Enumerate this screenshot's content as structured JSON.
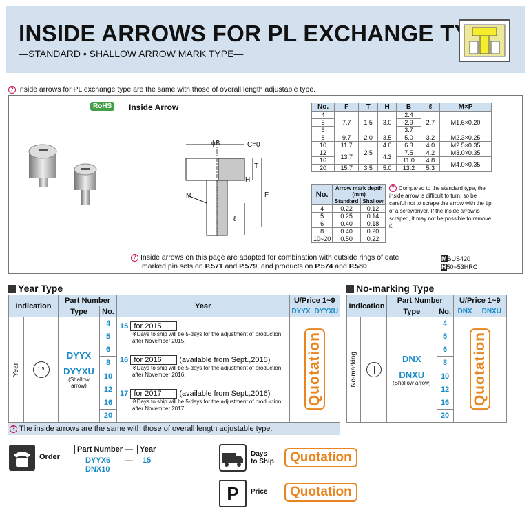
{
  "title": "INSIDE ARROWS FOR PL EXCHANGE TYPE",
  "subtitle": "—STANDARD • SHALLOW ARROW MARK TYPE—",
  "intro_note": "Inside arrows for PL exchange type are the same with those of overall length adjustable type.",
  "rohs": "RoHS",
  "inside_arrow_label": "Inside Arrow",
  "drawing_labels": {
    "phiB": "ϕB",
    "c0": "C=0",
    "T": "T",
    "H": "H",
    "F": "F",
    "M": "M",
    "l": "ℓ"
  },
  "spec_table": {
    "headers": [
      "No.",
      "F",
      "T",
      "H",
      "B",
      "ℓ",
      "M×P"
    ],
    "rows": [
      {
        "no": "4",
        "b": "2.4"
      },
      {
        "no": "5",
        "b": "2.9"
      },
      {
        "no": "6",
        "b": "3.7"
      },
      {
        "no": "8",
        "f": "9.7",
        "t": "2.0",
        "h": "3.5",
        "b": "5.0",
        "l": "3.2",
        "mp": "M2.3×0.25"
      },
      {
        "no": "10",
        "f": "11.7",
        "h": "4.0",
        "b": "6.3",
        "l": "4.0",
        "mp": "M2.5×0.35"
      },
      {
        "no": "12",
        "h": "4.3",
        "b": "7.5",
        "l": "4.2",
        "mp": "M3.0×0.35"
      },
      {
        "no": "16",
        "b": "11.0",
        "l": "4.8"
      },
      {
        "no": "20",
        "f": "15.7",
        "t": "3.5",
        "h": "5.0",
        "b": "13.2",
        "l": "5.3"
      }
    ],
    "merged": {
      "f_4_6": "7.7",
      "t_4_6": "1.5",
      "h_4_6": "3.0",
      "l_4_6": "2.7",
      "mp_4_6": "M1.6×0.20",
      "f_12_16": "13.7",
      "t_10_16": "2.5",
      "mp_16_20": "M4.0×0.35"
    }
  },
  "depth_table": {
    "no_header": "No.",
    "group_header": "Arrow mark depth (mm)",
    "std": "Standard",
    "shallow": "Shallow",
    "rows": [
      [
        "4",
        "0.22",
        "0.12"
      ],
      [
        "5",
        "0.25",
        "0.14"
      ],
      [
        "6",
        "0.40",
        "0.18"
      ],
      [
        "8",
        "0.40",
        "0.20"
      ],
      [
        "10~20",
        "0.50",
        "0.22"
      ]
    ]
  },
  "depth_note": "Compared to the standard type, the inside arrow is difficult to turn, so be careful not to scrape the arrow with the tip of a screwdriver. If the inside arrow is scraped, it may not be possible to remove it.",
  "combo_note_1": "Inside arrows on this page are adapted for combination with outside rings of date",
  "combo_note_2_a": "marked pin sets on ",
  "p571": "P.571",
  "and": " and ",
  "p579": "P.579",
  "combo_note_2_b": ", and products on ",
  "p574": "P.574",
  "p580": "P.580",
  "period": ".",
  "material": {
    "m_tag": "M",
    "m": "SUS420",
    "h_tag": "H",
    "h": "50~53HRC"
  },
  "year_section": "Year Type",
  "nomark_section": "No-marking Type",
  "year_table": {
    "indication": "Indication",
    "part_number": "Part Number",
    "type": "Type",
    "no": "No.",
    "year": "Year",
    "uprice": "U/Price 1~9",
    "c1": "DYYX",
    "c2": "DYYXU",
    "row_label": "Year",
    "type1": "DYYX",
    "type2": "DYYXU",
    "shallow": "(Shallow arrow)",
    "nos": [
      "4",
      "5",
      "6",
      "8",
      "10",
      "12",
      "16",
      "20"
    ],
    "years": [
      {
        "num": "15",
        "box": "for 2015",
        "avail": "",
        "note": "※Days to ship will be 5-days for the adjustment of production after November 2015."
      },
      {
        "num": "16",
        "box": "for 2016",
        "avail": "(available from Sept.,2015)",
        "note": "※Days to ship will be 5-days for the adjustment of production after November 2016."
      },
      {
        "num": "17",
        "box": "for 2017",
        "avail": "(available from Sept.,2016)",
        "note": "※Days to ship will be 5-days for the adjustment of production after November 2017."
      }
    ],
    "quotation": "Quotation",
    "icon_text": "1 5"
  },
  "nomark_table": {
    "indication": "Indication",
    "part_number": "Part Number",
    "type": "Type",
    "no": "No.",
    "uprice": "U/Price 1~9",
    "c1": "DNX",
    "c2": "DNXU",
    "row_label": "No-marking",
    "type1": "DNX",
    "type2": "DNXU",
    "shallow": "(Shallow arrow)",
    "nos": [
      "4",
      "5",
      "6",
      "8",
      "10",
      "12",
      "16",
      "20"
    ],
    "quotation": "Quotation"
  },
  "footer_note": "The inside arrows are the same with those of overall length adjustable type.",
  "order": {
    "label": "Order",
    "pn_header": "Part Number",
    "dash": "—",
    "year_header": "Year",
    "ex1": "DYYX6",
    "ex_dash": "—",
    "ex_year": "15",
    "ex2": "DNX10"
  },
  "days": {
    "label1": "Days",
    "label2": "to Ship",
    "value": "Quotation"
  },
  "price": {
    "icon": "P",
    "label": "Price",
    "value": "Quotation"
  },
  "colors": {
    "header_bg": "#d3e1ef",
    "accent_blue": "#1a8bc8",
    "quotation_orange": "#e8851e",
    "rohs_green": "#43a047"
  }
}
